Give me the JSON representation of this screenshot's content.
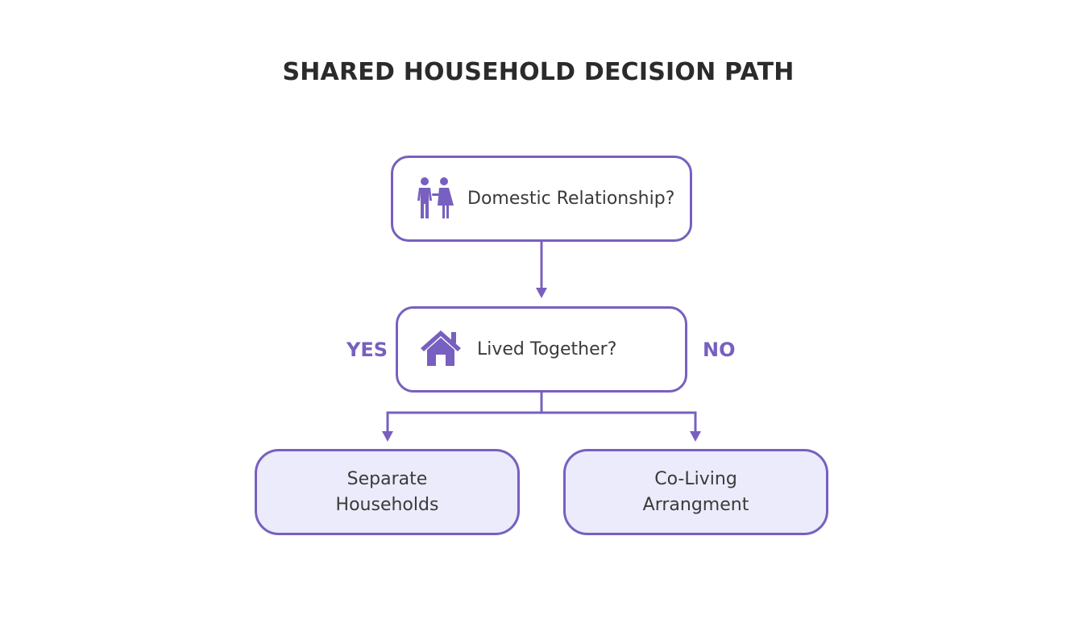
{
  "title": "SHARED HOUSEHOLD DECISION PATH",
  "colors": {
    "accent": "#7760bf",
    "outcome_fill": "#ebebfb",
    "text": "#3a3a3a",
    "title": "#2b2b2b"
  },
  "nodes": {
    "domestic": {
      "label": "Domestic Relationship?",
      "icon": "couple-icon"
    },
    "lived": {
      "label": "Lived Together?",
      "icon": "house-icon"
    },
    "separate": {
      "line1": "Separate",
      "line2": "Households"
    },
    "coliving": {
      "line1": "Co-Living",
      "line2": "Arrangment"
    }
  },
  "branches": {
    "yes": "YES",
    "no": "NO"
  }
}
